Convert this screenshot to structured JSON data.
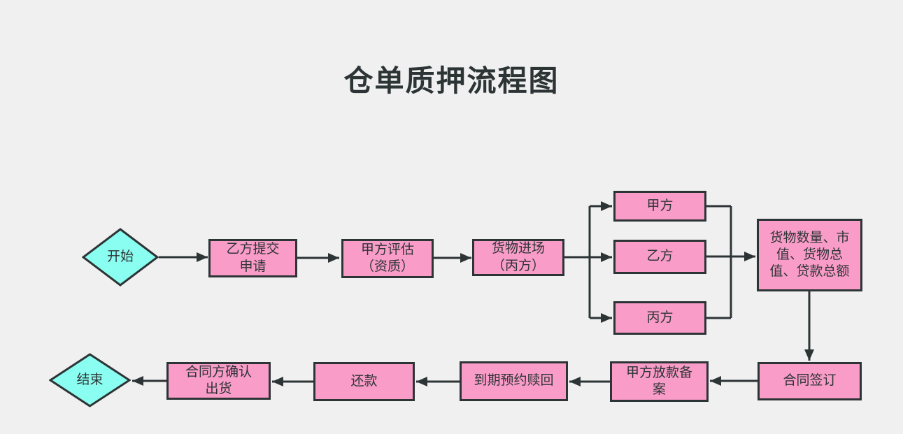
{
  "title": "仓单质押流程图",
  "colors": {
    "background": "#f0f0f0",
    "node_fill_pink": "#fa9cc8",
    "node_fill_cyan": "#8afef0",
    "stroke": "#2d3436",
    "text": "#2d3436"
  },
  "nodes": {
    "start": "开始",
    "submit": "乙方提交\n申请",
    "evaluate": "甲方评估\n（资质）",
    "goods_entry": "货物进场\n（丙方）",
    "party_a": "甲方",
    "party_b": "乙方",
    "party_c": "丙方",
    "valuation": "货物数量、市\n值、货物总\n值、贷款总额",
    "contract_sign": "合同签订",
    "loan_filing": "甲方放款备\n案",
    "redeem": "到期预约赎回",
    "repay": "还款",
    "confirm_ship": "合同方确认\n出货",
    "end": "结束"
  }
}
